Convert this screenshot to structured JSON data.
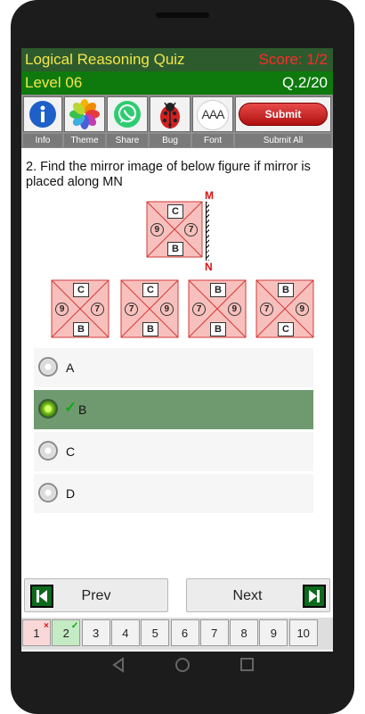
{
  "header": {
    "title": "Logical Reasoning Quiz",
    "score": "Score: 1/2",
    "level": "Level 06",
    "question_counter": "Q.2/20"
  },
  "toolbar": [
    {
      "label": "Info",
      "icon": "info-icon"
    },
    {
      "label": "Theme",
      "icon": "theme-icon"
    },
    {
      "label": "Share",
      "icon": "share-icon"
    },
    {
      "label": "Bug",
      "icon": "bug-icon"
    },
    {
      "label": "Font",
      "icon": "font-icon"
    },
    {
      "label": "Submit All",
      "icon": "submit-button",
      "button_text": "Submit"
    }
  ],
  "font_icon_text": "AAA",
  "question": {
    "text": "2. Find the mirror image of below figure if mirror is placed along MN",
    "mirror_top": "M",
    "mirror_bottom": "N",
    "figure": {
      "top": "C",
      "left": "9",
      "right": "7",
      "bottom": "B"
    },
    "answers": [
      {
        "top": "C",
        "left": "9",
        "right": "7",
        "bottom": "B"
      },
      {
        "top": "C",
        "left": "7",
        "right": "9",
        "bottom": "B"
      },
      {
        "top": "B",
        "left": "7",
        "right": "9",
        "bottom": "B"
      },
      {
        "top": "B",
        "left": "7",
        "right": "9",
        "bottom": "C"
      }
    ]
  },
  "options": [
    {
      "label": "A",
      "selected": false
    },
    {
      "label": "B",
      "selected": true
    },
    {
      "label": "C",
      "selected": false
    },
    {
      "label": "D",
      "selected": false
    }
  ],
  "nav": {
    "prev": "Prev",
    "next": "Next"
  },
  "question_strip": [
    {
      "num": "1",
      "state": "wrong"
    },
    {
      "num": "2",
      "state": "correct"
    },
    {
      "num": "3",
      "state": "none"
    },
    {
      "num": "4",
      "state": "none"
    },
    {
      "num": "5",
      "state": "none"
    },
    {
      "num": "6",
      "state": "none"
    },
    {
      "num": "7",
      "state": "none"
    },
    {
      "num": "8",
      "state": "none"
    },
    {
      "num": "9",
      "state": "none"
    },
    {
      "num": "10",
      "state": "none"
    }
  ],
  "marks": {
    "wrong": "×",
    "correct": "✓"
  },
  "colors": {
    "header_dark": "#2e5b2e",
    "header_green": "#0e7a0e",
    "title_text": "#f2e64a",
    "score_text": "#ff2a2a",
    "selected_option": "#6f9a6f",
    "tile_fill": "#f8c0bc",
    "tile_stroke": "#d23a3a",
    "wrong_cell": "#fbd8d8",
    "correct_cell": "#c4ebc4"
  }
}
